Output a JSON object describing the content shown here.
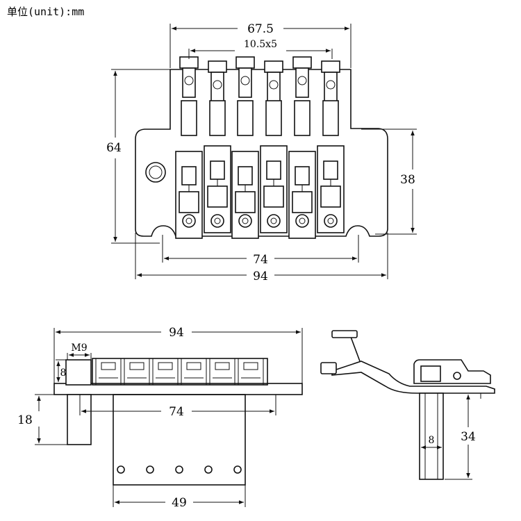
{
  "unit_label": "单位(unit):mm",
  "top_view": {
    "width_top": "67.5",
    "saddle_spacing": "10.5x5",
    "height": "64",
    "saddle_height": "38",
    "post_spacing": "74",
    "width_total": "94"
  },
  "front_view": {
    "width_total": "94",
    "thread": "M9",
    "collar": "8",
    "post_height": "18",
    "post_spacing": "74",
    "block_width": "49"
  },
  "side_view": {
    "block_thickness": "8",
    "block_height": "34"
  }
}
